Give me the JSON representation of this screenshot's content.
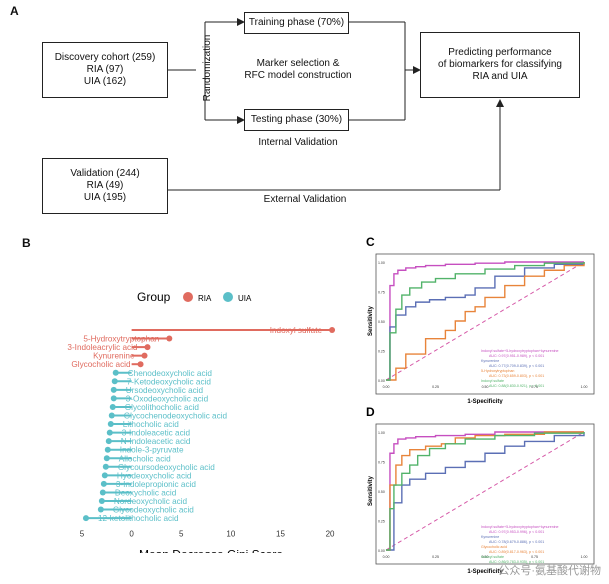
{
  "panel_a": {
    "label": "A",
    "discovery": {
      "line1": "Discovery cohort (259)",
      "line2": "RIA (97)",
      "line3": "UIA (162)"
    },
    "randomization": "Randomization",
    "training": "Training phase (70%)",
    "testing": "Testing phase (30%)",
    "marker_line1": "Marker selection &",
    "marker_line2": "RFC model construction",
    "internal": "Internal Validation",
    "predict_line1": "Predicting performance",
    "predict_line2": "of biomarkers for classifying",
    "predict_line3": "RIA and UIA",
    "validation": {
      "line1": "Validation (244)",
      "line2": "RIA (49)",
      "line3": "UIA (195)"
    },
    "external": "External Validation"
  },
  "panel_b": {
    "label": "B",
    "legend_title": "Group",
    "legend_ria": "RIA",
    "legend_uia": "UIA",
    "xlabel": "Mean Decrease Gini Score",
    "colors": {
      "ria": "#e06b5f",
      "uia": "#5bbfc8"
    }
  },
  "chart_data": [
    {
      "type": "bar",
      "panel": "B",
      "style": "lollipop-horizontal",
      "xlabel": "Mean Decrease Gini Score",
      "xlim": [
        -5,
        21
      ],
      "xticks": [
        5,
        0,
        5,
        10,
        15,
        20
      ],
      "series": [
        {
          "name": "RIA"
        },
        {
          "name": "UIA"
        }
      ],
      "items": [
        {
          "label": "Indoxyl sulfate",
          "value": 20.2,
          "group": "RIA"
        },
        {
          "label": "5-Hydroxytryptophan",
          "value": 3.8,
          "group": "RIA"
        },
        {
          "label": "3-Indoleacrylic acid",
          "value": 1.6,
          "group": "RIA"
        },
        {
          "label": "Kynurenine",
          "value": 1.3,
          "group": "RIA"
        },
        {
          "label": "Glycocholic acid",
          "value": 0.9,
          "group": "RIA"
        },
        {
          "label": "Chenodeoxycholic acid",
          "value": -1.6,
          "group": "UIA"
        },
        {
          "label": "7-Ketodeoxycholic acid",
          "value": -1.7,
          "group": "UIA"
        },
        {
          "label": "Ursodeoxycholic acid",
          "value": -1.8,
          "group": "UIA"
        },
        {
          "label": "3-Oxodeoxycholic acid",
          "value": -1.8,
          "group": "UIA"
        },
        {
          "label": "Glycolithocholic acid",
          "value": -1.9,
          "group": "UIA"
        },
        {
          "label": "Glycochenodeoxycholic acid",
          "value": -2.0,
          "group": "UIA"
        },
        {
          "label": "Lithocholic acid",
          "value": -2.1,
          "group": "UIA"
        },
        {
          "label": "3-Indoleacetic acid",
          "value": -2.2,
          "group": "UIA"
        },
        {
          "label": "N-Indoleacetic acid",
          "value": -2.3,
          "group": "UIA"
        },
        {
          "label": "Indole-3-pyruvate",
          "value": -2.4,
          "group": "UIA"
        },
        {
          "label": "Allocholic acid",
          "value": -2.5,
          "group": "UIA"
        },
        {
          "label": "Glycoursodeoxycholic acid",
          "value": -2.6,
          "group": "UIA"
        },
        {
          "label": "Hyodeoxycholic acid",
          "value": -2.7,
          "group": "UIA"
        },
        {
          "label": "3-Indolepropionic acid",
          "value": -2.8,
          "group": "UIA"
        },
        {
          "label": "Deoxycholic acid",
          "value": -2.9,
          "group": "UIA"
        },
        {
          "label": "Nordeoxycholic acid",
          "value": -3.0,
          "group": "UIA"
        },
        {
          "label": "Glycodeoxycholic acid",
          "value": -3.1,
          "group": "UIA"
        },
        {
          "label": "12-ketolithocholic acid",
          "value": -4.6,
          "group": "UIA"
        }
      ]
    },
    {
      "type": "line",
      "panel": "C",
      "title": "C",
      "xlabel": "1-Specificity",
      "ylabel": "Sensitivity",
      "xlim": [
        0,
        1
      ],
      "ylim": [
        0,
        1
      ],
      "xticks": [
        "0.00",
        "0.25",
        "0.50",
        "0.75",
        "1.00"
      ],
      "yticks": [
        "0.00",
        "0.25",
        "0.50",
        "0.75",
        "1.00"
      ],
      "series": [
        {
          "name": "Indoxyl sulfate+5-hydroxytryptophan+kynurenine",
          "color": "#c64fc0",
          "annotation": "AUC: 0.97(0.951-0.989), p < 0.001",
          "x": [
            0,
            0.02,
            0.04,
            0.06,
            0.1,
            0.15,
            0.2,
            0.3,
            0.45,
            0.6,
            0.75,
            1
          ],
          "y": [
            0,
            0.8,
            0.9,
            0.93,
            0.95,
            0.96,
            0.97,
            0.98,
            0.99,
            1,
            1,
            1
          ]
        },
        {
          "name": "Kynurenine",
          "color": "#5b6fb5",
          "annotation": "AUC: 0.77(0.709-0.839), p < 0.001",
          "x": [
            0,
            0.02,
            0.05,
            0.1,
            0.15,
            0.22,
            0.3,
            0.4,
            0.45,
            0.55,
            0.7,
            0.85,
            1
          ],
          "y": [
            0,
            0.45,
            0.55,
            0.62,
            0.66,
            0.68,
            0.7,
            0.72,
            0.78,
            0.88,
            0.95,
            0.98,
            1
          ]
        },
        {
          "name": "5-Hydroxytryptophan",
          "color": "#e8843a",
          "annotation": "AUC: 0.73(0.659-0.803), p < 0.001",
          "x": [
            0,
            0.05,
            0.1,
            0.2,
            0.3,
            0.35,
            0.4,
            0.45,
            0.5,
            0.6,
            0.7,
            0.8,
            0.9,
            1
          ],
          "y": [
            0,
            0.1,
            0.22,
            0.35,
            0.42,
            0.5,
            0.58,
            0.62,
            0.7,
            0.8,
            0.88,
            0.93,
            0.97,
            1
          ]
        },
        {
          "name": "Indoxyl sulfate",
          "color": "#52b36a",
          "annotation": "AUC: 0.88(0.830-0.921), p < 0.001",
          "x": [
            0,
            0.02,
            0.05,
            0.08,
            0.12,
            0.18,
            0.25,
            0.35,
            0.5,
            0.65,
            0.8,
            1
          ],
          "y": [
            0,
            0.4,
            0.6,
            0.72,
            0.78,
            0.83,
            0.86,
            0.9,
            0.94,
            0.97,
            0.99,
            1
          ]
        }
      ]
    },
    {
      "type": "line",
      "panel": "D",
      "title": "D",
      "xlabel": "1-Specificity",
      "ylabel": "Sensitivity",
      "xlim": [
        0,
        1
      ],
      "ylim": [
        0,
        1
      ],
      "xticks": [
        "0.00",
        "0.25",
        "0.50",
        "0.75",
        "1.00"
      ],
      "yticks": [
        "0.00",
        "0.25",
        "0.50",
        "0.75",
        "1.00"
      ],
      "series": [
        {
          "name": "Indoxyl sulfate+5-hydroxytryptophan+kynurenine",
          "color": "#c64fc0",
          "annotation": "AUC: 0.97(0.953-0.996), p < 0.001",
          "x": [
            0,
            0.02,
            0.04,
            0.06,
            0.1,
            0.15,
            0.25,
            0.4,
            0.55,
            0.7,
            1
          ],
          "y": [
            0,
            0.82,
            0.9,
            0.94,
            0.95,
            0.96,
            0.97,
            0.98,
            1,
            1,
            1
          ]
        },
        {
          "name": "Kynurenine",
          "color": "#5b6fb5",
          "annotation": "AUC: 0.78(0.679-0.886), p < 0.001",
          "x": [
            0,
            0.04,
            0.08,
            0.12,
            0.2,
            0.3,
            0.4,
            0.5,
            0.6,
            0.7,
            0.85,
            1
          ],
          "y": [
            0,
            0.4,
            0.55,
            0.6,
            0.65,
            0.7,
            0.75,
            0.82,
            0.88,
            0.92,
            0.97,
            1
          ]
        },
        {
          "name": "Glycocholic acid",
          "color": "#e8843a",
          "annotation": "AUC: 0.89(0.817-0.963), p < 0.001",
          "x": [
            0,
            0.02,
            0.05,
            0.08,
            0.12,
            0.2,
            0.28,
            0.35,
            0.45,
            0.6,
            0.8,
            1
          ],
          "y": [
            0,
            0.55,
            0.72,
            0.8,
            0.85,
            0.88,
            0.9,
            0.95,
            0.97,
            0.98,
            1,
            1
          ]
        },
        {
          "name": "Indoxyl sulfate",
          "color": "#52b36a",
          "annotation": "AUC: 0.86(0.783-0.935), p < 0.001",
          "x": [
            0,
            0.02,
            0.04,
            0.08,
            0.12,
            0.16,
            0.22,
            0.3,
            0.4,
            0.55,
            0.75,
            1
          ],
          "y": [
            0,
            0.35,
            0.55,
            0.65,
            0.72,
            0.8,
            0.86,
            0.9,
            0.94,
            0.97,
            0.99,
            1
          ]
        }
      ]
    }
  ],
  "watermark": "公众号·氨基酸代谢物"
}
